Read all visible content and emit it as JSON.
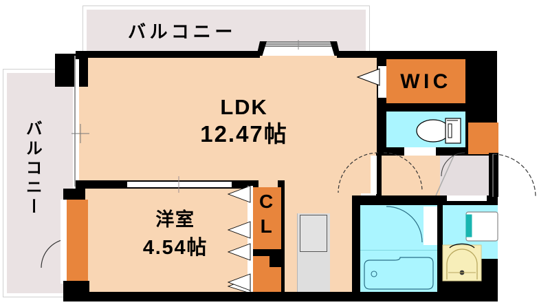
{
  "plan": {
    "title": "間取り図",
    "rooms": [
      {
        "id": "ldk",
        "name": "LDK",
        "size": "12.47帖",
        "label_line1": "LDK",
        "label_line2": "12.47帖"
      },
      {
        "id": "washitsu",
        "name": "洋室",
        "size": "4.54帖",
        "label_line1": "洋室",
        "label_line2": "4.54帖"
      },
      {
        "id": "wic",
        "name": "WIC",
        "size": "",
        "label_line1": "WIC",
        "label_line2": ""
      },
      {
        "id": "cl",
        "name": "CL",
        "size": "",
        "label_line1": "C",
        "label_line2": "L"
      },
      {
        "id": "balcony_top",
        "name": "バルコニー",
        "size": "",
        "label_line1": "バルコニー",
        "label_line2": ""
      },
      {
        "id": "balcony_left",
        "name": "バルコニー",
        "size": "",
        "label_line1": "バルコニー",
        "label_line2": ""
      }
    ],
    "labels": {
      "ldk_name": "LDK",
      "ldk_area": "12.47帖",
      "bedroom_name": "洋室",
      "bedroom_area": "4.54帖",
      "wic": "WIC",
      "closet_c": "C",
      "closet_l": "L",
      "balcony_top": "バルコニー",
      "balcony_left": "バルコニー"
    },
    "fixtures": [
      {
        "id": "toilet",
        "name": "洋式トイレ"
      },
      {
        "id": "bathtub",
        "name": "浴槽"
      },
      {
        "id": "vanity",
        "name": "洗面化粧台"
      },
      {
        "id": "washing-machine",
        "name": "洗濯機置場"
      },
      {
        "id": "kitchen-counter",
        "name": "キッチン"
      },
      {
        "id": "bay-window",
        "name": "出窓"
      },
      {
        "id": "entrance-door",
        "name": "玄関ドア"
      }
    ],
    "colors": {
      "wall": "#000000",
      "room_floor": "#f9d6b4",
      "balcony_floor": "#eae2e3",
      "closet": "#e8853c",
      "water_area": "#aaf5ff",
      "counter": "#dedede",
      "genkan": "#e4dddf",
      "vanity": "#f7eeb9",
      "accent_teal": "#19b5b0"
    }
  }
}
